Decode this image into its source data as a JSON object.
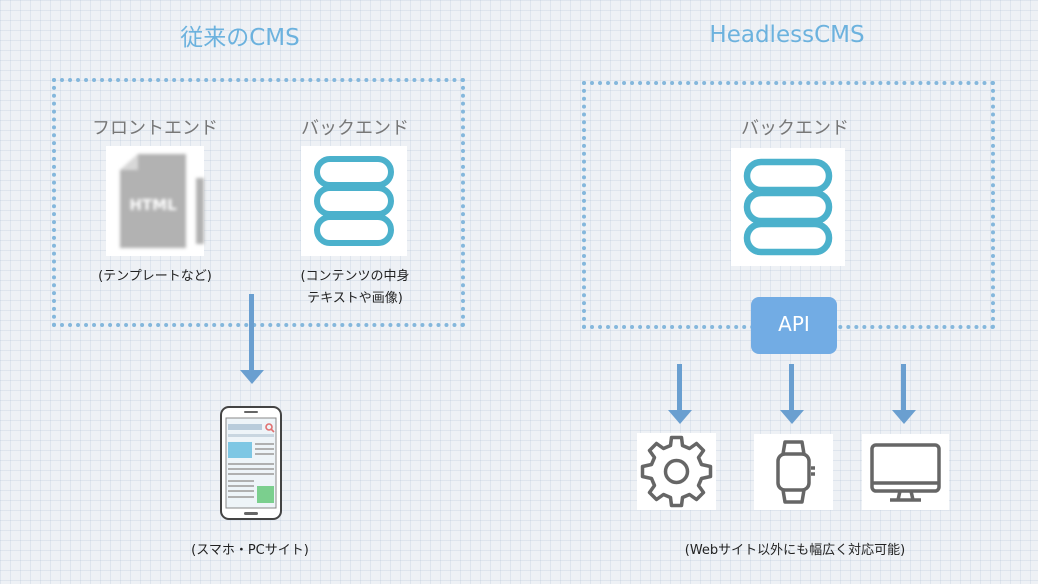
{
  "left": {
    "title": "従来のCMS",
    "frontend_label": "フロントエンド",
    "html_icon_text": "HTML",
    "backend_label": "バックエンド",
    "frontend_note": "(テンプレートなど)",
    "backend_note_line1": "(コンテンツの中身",
    "backend_note_line2": "テキストや画像)",
    "output_note": "(スマホ・PCサイト)"
  },
  "right": {
    "title": "HeadlessCMS",
    "backend_label": "バックエンド",
    "api_label": "API",
    "output_note": "(Webサイト以外にも幅広く対応可能)"
  },
  "colors": {
    "accent": "#6cb2de",
    "arrow": "#6a9fd0",
    "db": "#4bb1cc",
    "api": "#72ace4"
  },
  "icons": [
    "html-file-icon",
    "database-icon",
    "smartphone-icon",
    "gear-icon",
    "smartwatch-icon",
    "monitor-icon"
  ]
}
